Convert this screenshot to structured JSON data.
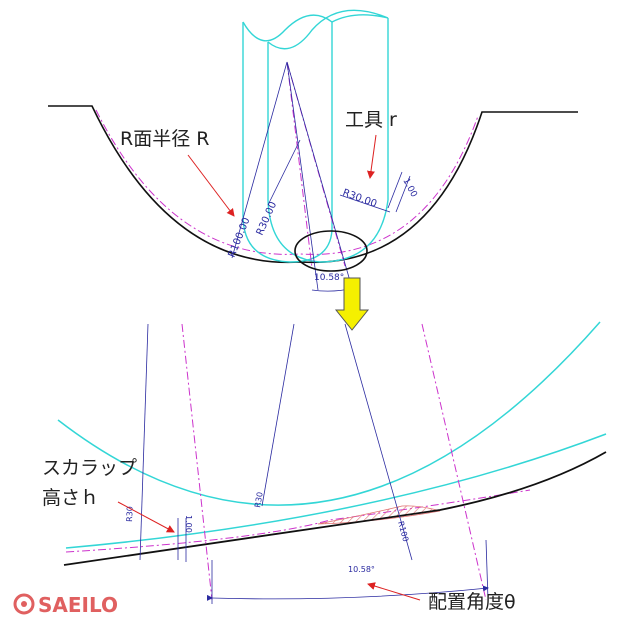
{
  "labels": {
    "r_face_radius": "R面半径 R",
    "tool_r": "工具 r",
    "scallop_line1": "スカラップ",
    "scallop_line2": "高さｈ",
    "placement_angle": "配置角度θ"
  },
  "dims_top": {
    "r100": "R100.00",
    "r30_left": "R30.00",
    "r30_right": "R30.00",
    "offset": "1.00",
    "angle": "10.58°"
  },
  "dims_bottom": {
    "r30_left": "R30",
    "r30_mid": "R30",
    "r100": "R100",
    "offset": "1.00",
    "angle": "10.58°"
  },
  "logo": {
    "text": "SAEILO"
  },
  "colors": {
    "tool": "#33d6d6",
    "centerline": "#cc33cc",
    "dimension": "#2a2aa0",
    "arrow_red": "#dd2222",
    "callout_arrow": "#f5f000",
    "hatch": "#e07070",
    "workpiece": "#111111"
  }
}
